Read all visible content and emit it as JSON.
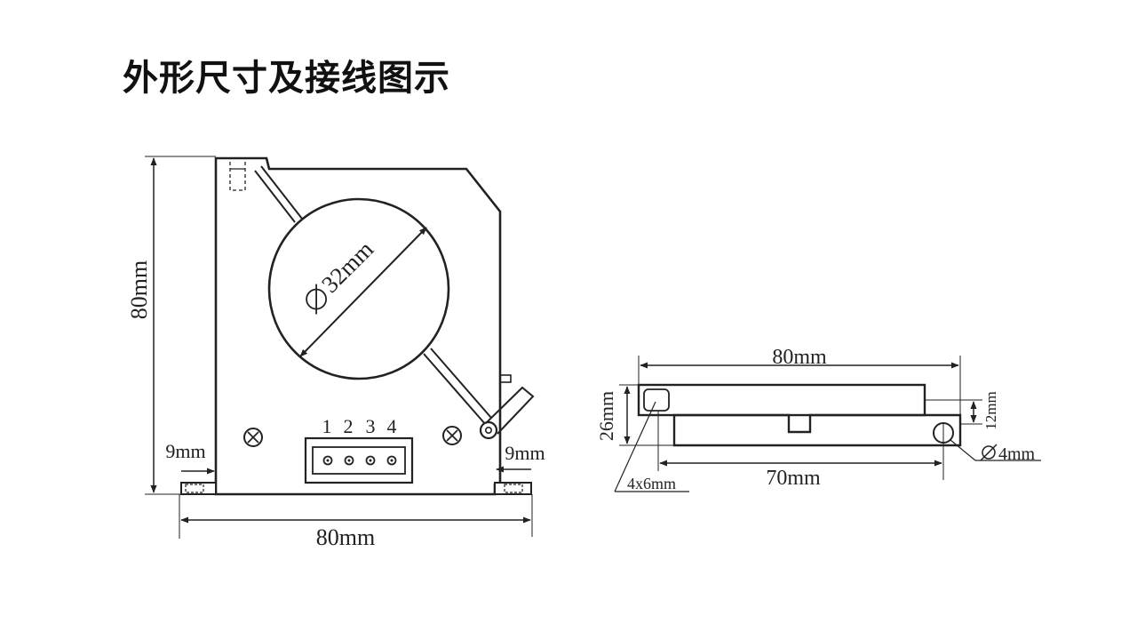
{
  "title": "外形尺寸及接线图示",
  "front_view": {
    "height_label": "80mm",
    "width_label": "80mm",
    "left_tab_label": "9mm",
    "right_tab_label": "9mm",
    "hole_label": "32mm",
    "terminal_pins": [
      "1",
      "2",
      "3",
      "4"
    ]
  },
  "side_view": {
    "length_label": "80mm",
    "height_label": "26mm",
    "slot_label": "12mm",
    "mount_hole_label": "4mm",
    "spacing_label": "70mm",
    "slot_size_label": "4x6mm"
  },
  "colors": {
    "line": "#222222",
    "background": "#ffffff"
  }
}
